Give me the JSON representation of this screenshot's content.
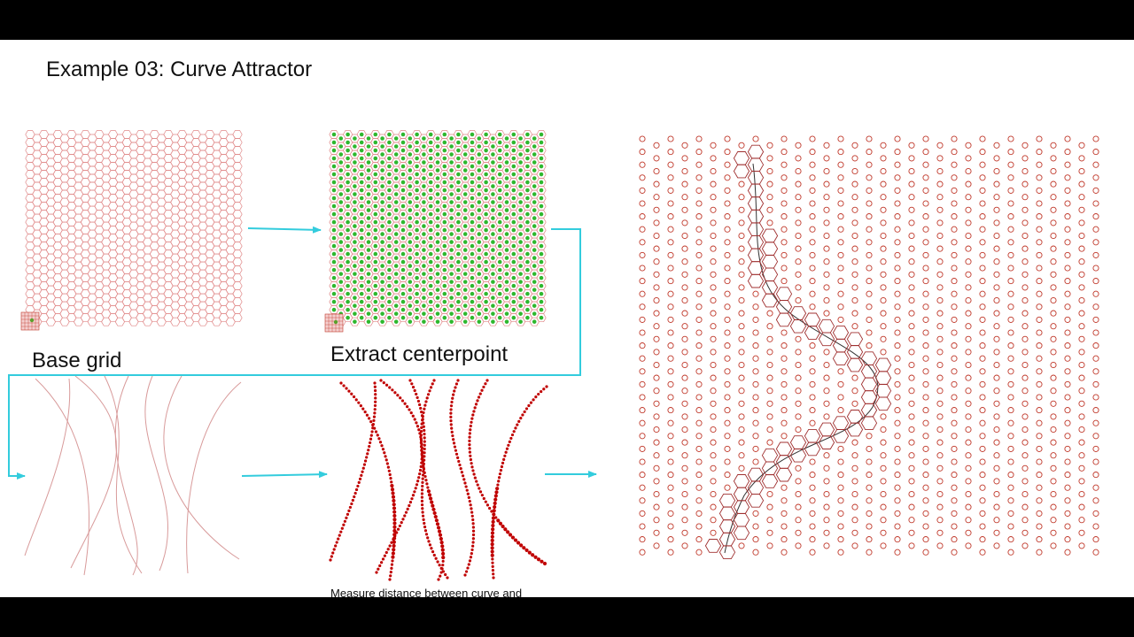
{
  "slide": {
    "title": "Example 03: Curve Attractor",
    "labels": {
      "base_grid": "Base grid",
      "extract": "Extract centerpoint",
      "measure": "Measure distance between curve and"
    }
  },
  "colors": {
    "background": "#ffffff",
    "letterbox": "#000000",
    "grid": "#e08888",
    "hex_dark": "#c0392b",
    "dot": "#2eb82e",
    "arrow": "#33ccdd",
    "curve": "#c00000",
    "thin_curve": "#d89a9a",
    "text": "#111111"
  },
  "diagram": {
    "steps": [
      "base-grid",
      "extract-centerpoint",
      "curves",
      "measure-distance",
      "result"
    ],
    "icons": [
      "grid-corner-icon",
      "grid-corner-icon"
    ]
  }
}
